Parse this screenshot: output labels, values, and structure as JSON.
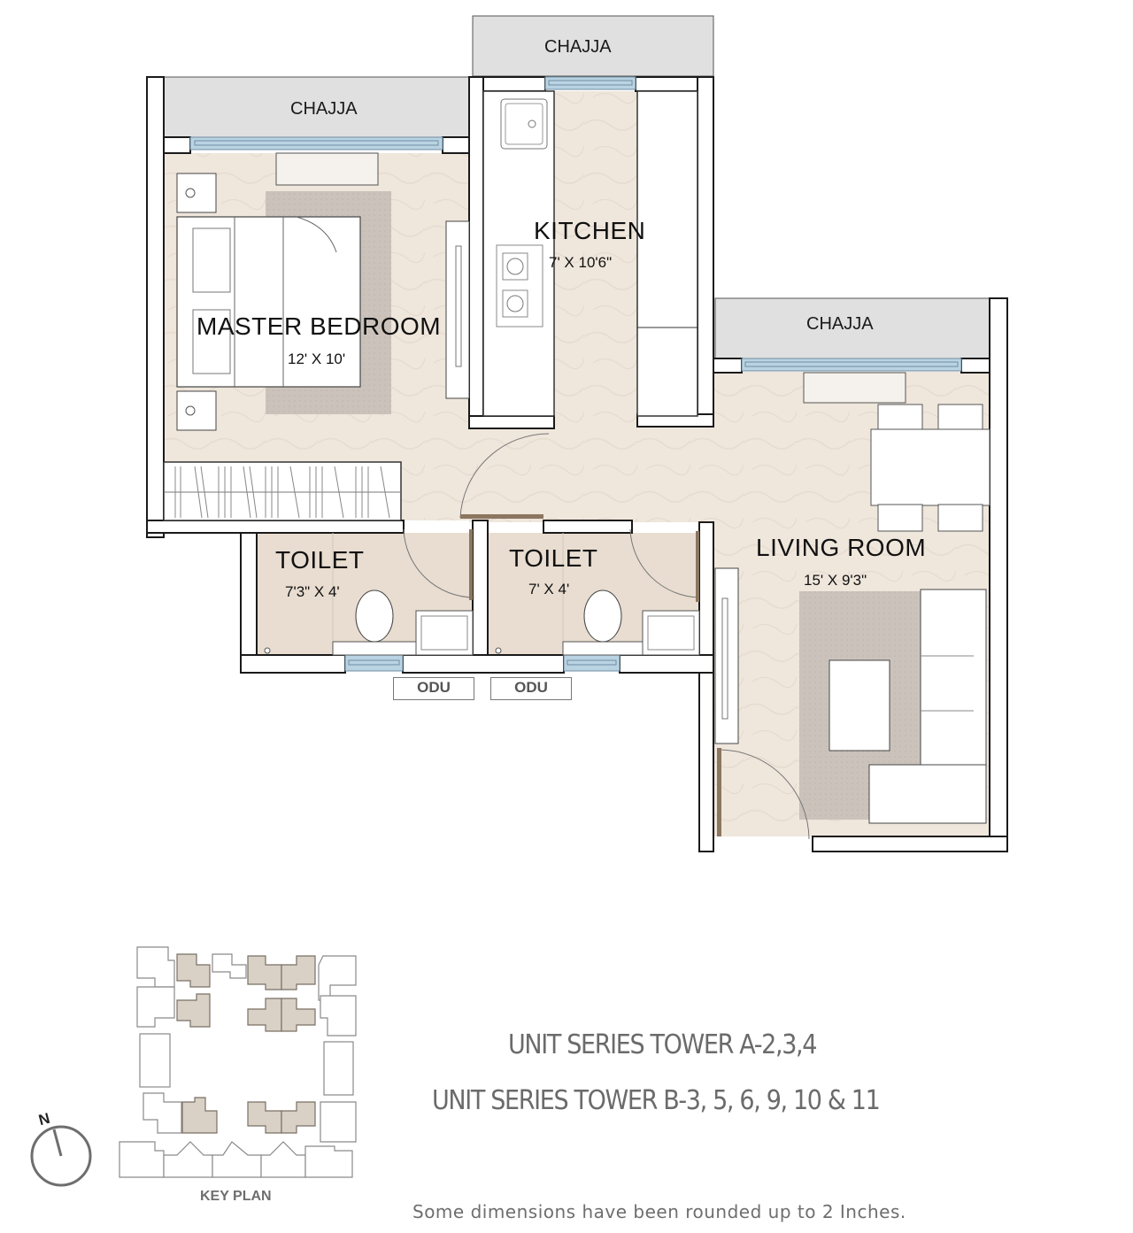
{
  "floor_plan": {
    "rooms": [
      {
        "id": "master-bedroom",
        "name": "MASTER BEDROOM",
        "dimensions": "12' X 10'"
      },
      {
        "id": "kitchen",
        "name": "KITCHEN",
        "dimensions": "7' X 10'6\""
      },
      {
        "id": "living-room",
        "name": "LIVING ROOM",
        "dimensions": "15' X 9'3\""
      },
      {
        "id": "toilet-1",
        "name": "TOILET",
        "dimensions": "7'3\" X 4'"
      },
      {
        "id": "toilet-2",
        "name": "TOILET",
        "dimensions": "7' X 4'"
      }
    ],
    "chajjas": [
      "CHAJJA",
      "CHAJJA",
      "CHAJJA"
    ],
    "odu_units": [
      "ODU",
      "ODU"
    ]
  },
  "key_plan": {
    "label": "KEY PLAN",
    "north_label": "N"
  },
  "unit_series": [
    "UNIT SERIES TOWER A-2,3,4",
    "UNIT SERIES TOWER B-3, 5, 6, 9, 10 & 11"
  ],
  "note": "Some dimensions have been rounded up to 2 Inches.",
  "colors": {
    "floor": "#efe6dc",
    "chajja": "#e0e0e0",
    "wall_outline": "#1a1a1a",
    "window_glass": "#b9d3e3",
    "rug": "#c9c0b8",
    "door_panel": "#8b7660",
    "highlight_unit": "#d9d0c6",
    "text_gray": "#6b6b6b"
  }
}
